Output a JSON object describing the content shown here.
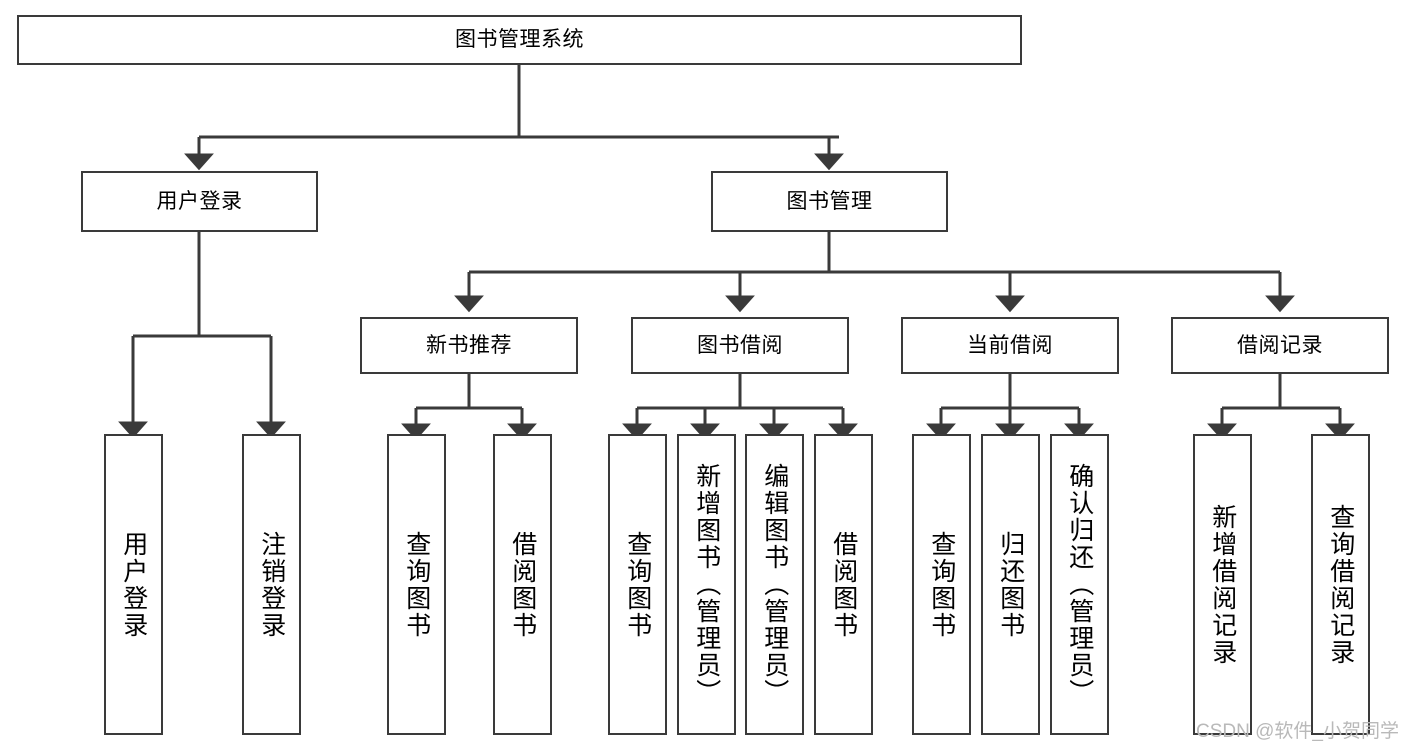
{
  "diagram": {
    "type": "tree-hierarchy-chart",
    "title": "图书管理系统",
    "stroke_color": "#3a3a3a",
    "background_color": "#ffffff",
    "watermark": "CSDN @软件_小贺同学",
    "nodes": {
      "root": {
        "label": "图书管理系统"
      },
      "level1": [
        {
          "label": "用户登录"
        },
        {
          "label": "图书管理"
        }
      ],
      "level2": [
        {
          "label": "新书推荐"
        },
        {
          "label": "图书借阅"
        },
        {
          "label": "当前借阅"
        },
        {
          "label": "借阅记录"
        }
      ],
      "leaves_user_login": [
        {
          "label": "用户登录"
        },
        {
          "label": "注销登录"
        }
      ],
      "leaves_new_book": [
        {
          "label": "查询图书"
        },
        {
          "label": "借阅图书"
        }
      ],
      "leaves_borrow": [
        {
          "label": "查询图书"
        },
        {
          "label": "新增图书（管理员）"
        },
        {
          "label": "编辑图书（管理员）"
        },
        {
          "label": "借阅图书"
        }
      ],
      "leaves_current": [
        {
          "label": "查询图书"
        },
        {
          "label": "归还图书"
        },
        {
          "label": "确认归还（管理员）"
        }
      ],
      "leaves_records": [
        {
          "label": "新增借阅记录"
        },
        {
          "label": "查询借阅记录"
        }
      ]
    }
  }
}
